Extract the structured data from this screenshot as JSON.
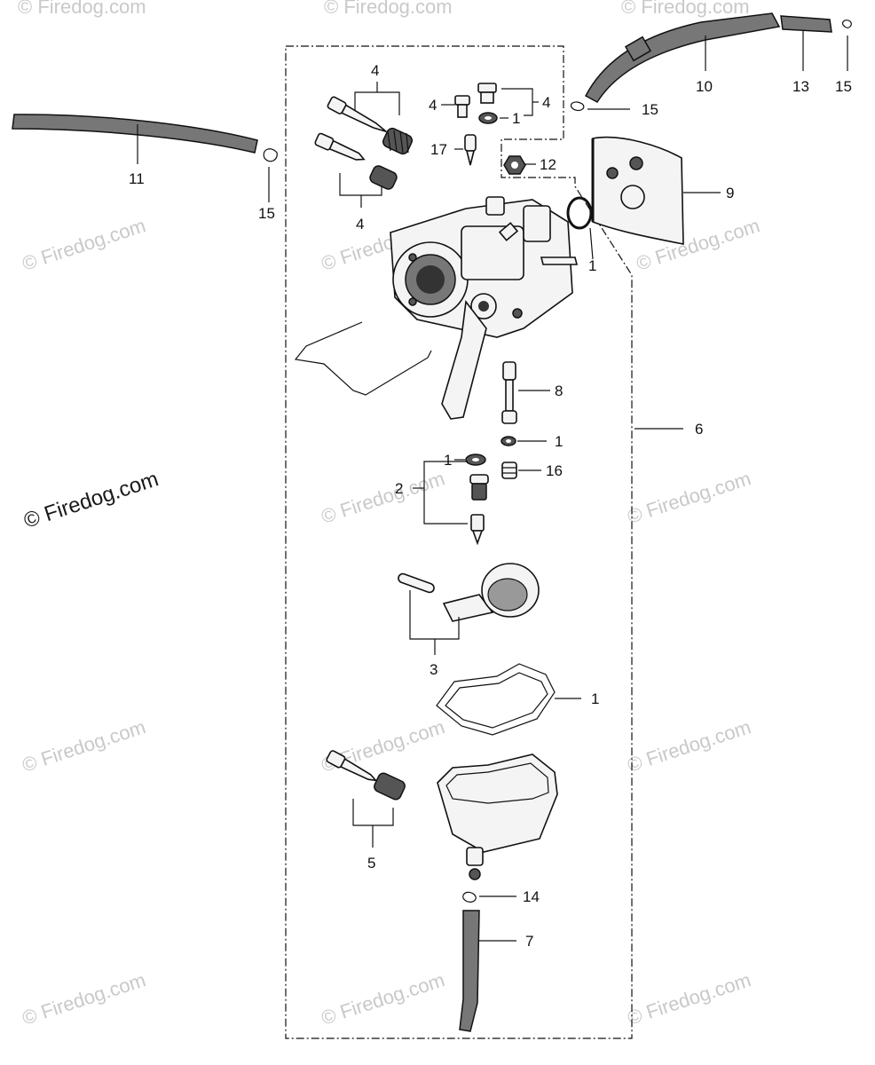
{
  "watermarks": {
    "main": "© Firedog.com",
    "faint": "© Firedog.com"
  },
  "callouts": {
    "c4_top_left": "4",
    "c4_bottom_left": "4",
    "c4_screw_left": "4",
    "c4_screw_right": "4",
    "c1_top": "1",
    "c17": "17",
    "c12": "12",
    "c9": "9",
    "c1_oring": "1",
    "c10": "10",
    "c13": "13",
    "c15_top": "15",
    "c15_mid": "15",
    "c11": "11",
    "c15_left": "15",
    "c8": "8",
    "c1_washer": "1",
    "c6": "6",
    "c1_jet": "1",
    "c2": "2",
    "c16": "16",
    "c3": "3",
    "c1_gasket": "1",
    "c5": "5",
    "c14": "14",
    "c7": "7"
  }
}
